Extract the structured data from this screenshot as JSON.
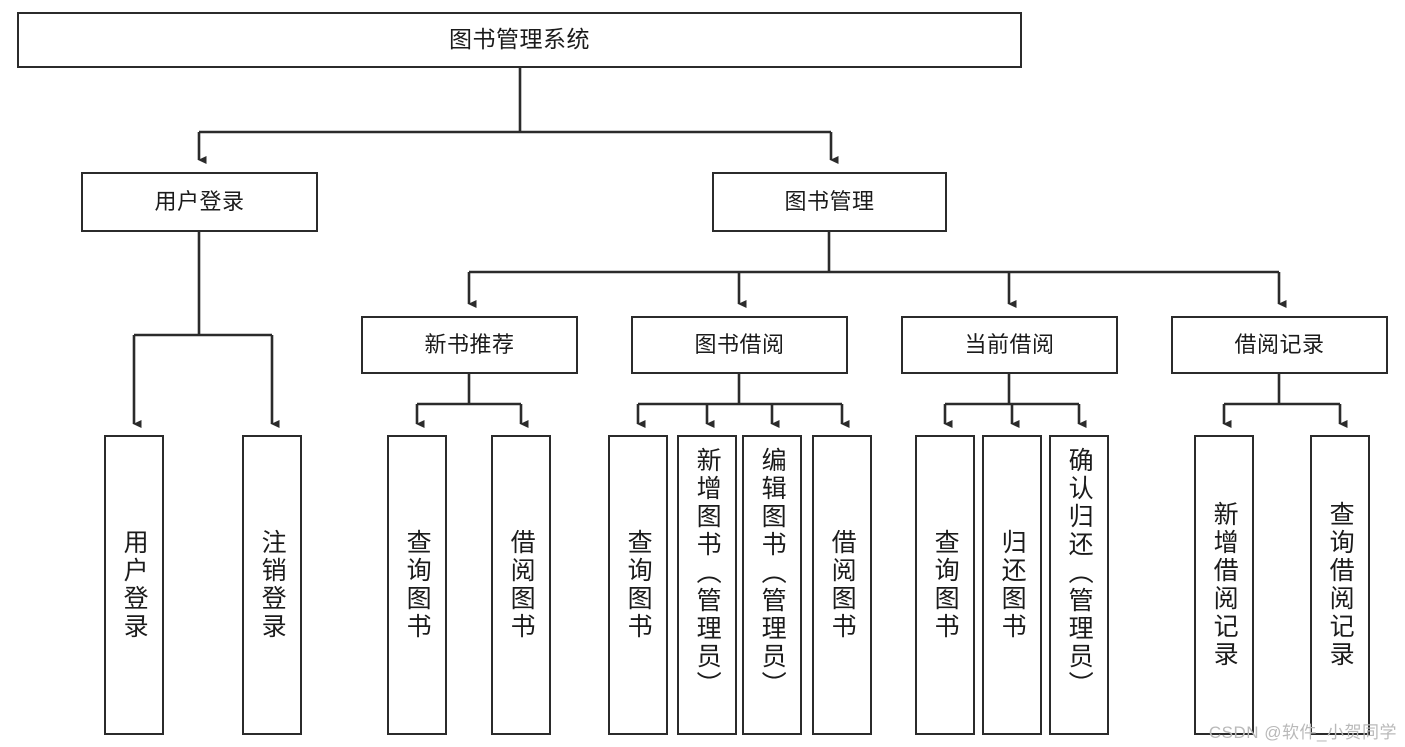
{
  "diagram": {
    "type": "tree",
    "title": "图书管理系统",
    "watermark": "CSDN @软件_小贺同学",
    "colors": {
      "box_border": "#2b2b2b",
      "box_fill": "#ffffff",
      "connector": "#2b2b2b",
      "text": "#1b1b1b",
      "watermark": "#b9b9b9"
    },
    "nodes": {
      "root": {
        "label": "图书管理系统"
      },
      "level2": [
        {
          "id": "user-login",
          "label": "用户登录"
        },
        {
          "id": "book-management",
          "label": "图书管理"
        }
      ],
      "level3": [
        {
          "id": "new-book-recommend",
          "label": "新书推荐"
        },
        {
          "id": "book-borrow",
          "label": "图书借阅"
        },
        {
          "id": "current-borrow",
          "label": "当前借阅"
        },
        {
          "id": "borrow-record",
          "label": "借阅记录"
        }
      ],
      "leaves": {
        "user_login": [
          {
            "id": "leaf-user-login",
            "label": "用户登录"
          },
          {
            "id": "leaf-logout-login",
            "label": "注销登录"
          }
        ],
        "new_book_recommend": [
          {
            "id": "leaf-query-book-1",
            "label": "查询图书"
          },
          {
            "id": "leaf-borrow-book-1",
            "label": "借阅图书"
          }
        ],
        "book_borrow": [
          {
            "id": "leaf-query-book-2",
            "label": "查询图书"
          },
          {
            "id": "leaf-add-book-admin",
            "label": "新增图书（管理员）"
          },
          {
            "id": "leaf-edit-book-admin",
            "label": "编辑图书（管理员）"
          },
          {
            "id": "leaf-borrow-book-2",
            "label": "借阅图书"
          }
        ],
        "current_borrow": [
          {
            "id": "leaf-query-book-3",
            "label": "查询图书"
          },
          {
            "id": "leaf-return-book",
            "label": "归还图书"
          },
          {
            "id": "leaf-confirm-return-admin",
            "label": "确认归还（管理员）"
          }
        ],
        "borrow_record": [
          {
            "id": "leaf-add-borrow-record",
            "label": "新增借阅记录"
          },
          {
            "id": "leaf-query-borrow-record",
            "label": "查询借阅记录"
          }
        ]
      }
    }
  }
}
